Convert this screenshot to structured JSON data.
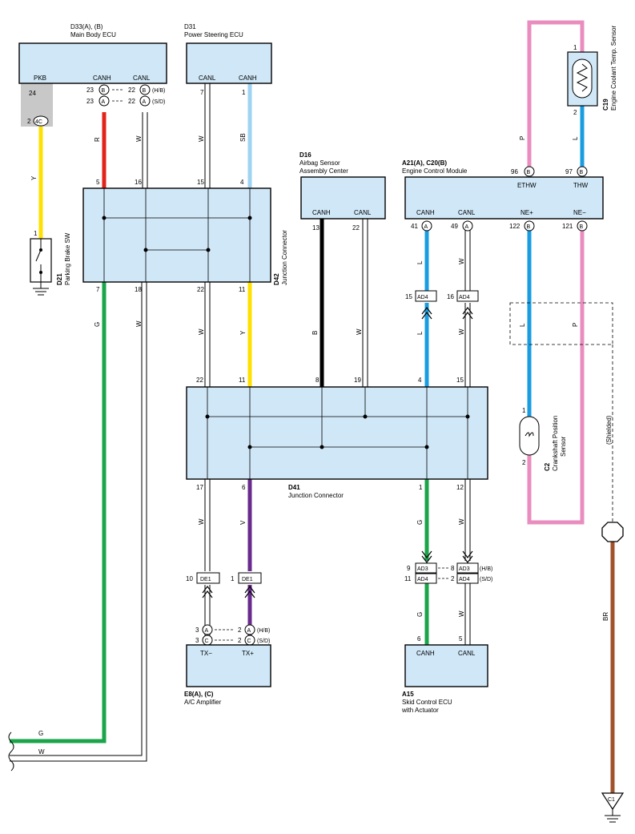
{
  "components": {
    "d33": {
      "code": "D33(A), (B)",
      "name": "Main Body ECU",
      "pins": [
        "PKB",
        "CANH",
        "CANL"
      ]
    },
    "d31": {
      "code": "D31",
      "name": "Power Steering ECU",
      "pins": [
        "CANL",
        "CANH"
      ]
    },
    "d16": {
      "code": "D16",
      "name1": "Airbag Sensor",
      "name2": "Assembly Center",
      "pins": [
        "CANH",
        "CANL"
      ]
    },
    "ecm": {
      "code": "A21(A), C20(B)",
      "name": "Engine Control Module",
      "top_pins": [
        "ETHW",
        "THW"
      ],
      "bottom_pins": [
        "CANH",
        "CANL",
        "NE+",
        "NE−"
      ]
    },
    "c19": {
      "code": "C19",
      "name": "Engine Coolant Temp. Sensor"
    },
    "c2": {
      "code": "C2",
      "name1": "Crankshaft Position",
      "name2": "Sensor"
    },
    "d21": {
      "code": "D21",
      "name": "Parking Brake SW"
    },
    "d42": {
      "code": "D42",
      "name": "Junction Connector"
    },
    "d41": {
      "code": "D41",
      "name": "Junction Connector"
    },
    "e8": {
      "code": "E8(A), (C)",
      "name": "A/C Amplifier",
      "pins": [
        "TX−",
        "TX+"
      ]
    },
    "a15": {
      "code": "A15",
      "name1": "Skid Control ECU",
      "name2": "with Actuator",
      "pins": [
        "CANH",
        "CANL"
      ]
    }
  },
  "wire_colors": [
    "R",
    "W",
    "W",
    "SB",
    "Y",
    "G",
    "W",
    "W",
    "Y",
    "B",
    "W",
    "L",
    "W",
    "L",
    "W",
    "L",
    "P",
    "P",
    "L",
    "W",
    "V",
    "G",
    "W",
    "G",
    "W",
    "BR",
    "G",
    "W"
  ],
  "pin_numbers": {
    "d33": [
      "24",
      "23",
      "23",
      "22",
      "22"
    ],
    "d21": [
      "2",
      "1"
    ],
    "d31": [
      "7",
      "1"
    ],
    "d42_top": [
      "5",
      "16",
      "15",
      "4"
    ],
    "d42_bot": [
      "7",
      "18",
      "22",
      "11"
    ],
    "d41_top": [
      "22",
      "11",
      "8",
      "19",
      "4",
      "15"
    ],
    "d41_bot": [
      "17",
      "6",
      "1",
      "12"
    ],
    "d16": [
      "13",
      "22"
    ],
    "ecm_top": [
      "96",
      "97"
    ],
    "ecm_bot": [
      "41",
      "49",
      "122",
      "121"
    ],
    "c19": [
      "1",
      "2"
    ],
    "c2": [
      "1",
      "2"
    ],
    "ad4_upper": [
      "15",
      "16"
    ],
    "de1": [
      "10",
      "1"
    ],
    "e8": [
      "3",
      "3",
      "2",
      "2"
    ],
    "ad_lower": [
      "9",
      "11",
      "8",
      "2"
    ],
    "a15": [
      "6",
      "5"
    ]
  },
  "connector_labels": {
    "cB": "B",
    "cA": "A",
    "cC": "C",
    "c4C": "4C",
    "ad4": "AD4",
    "ad3": "AD3",
    "de1": "DE1",
    "c1": "C1"
  },
  "notes": {
    "hb": "(H/B)",
    "sd": "(S/D)",
    "shielded": "(Shielded)"
  }
}
